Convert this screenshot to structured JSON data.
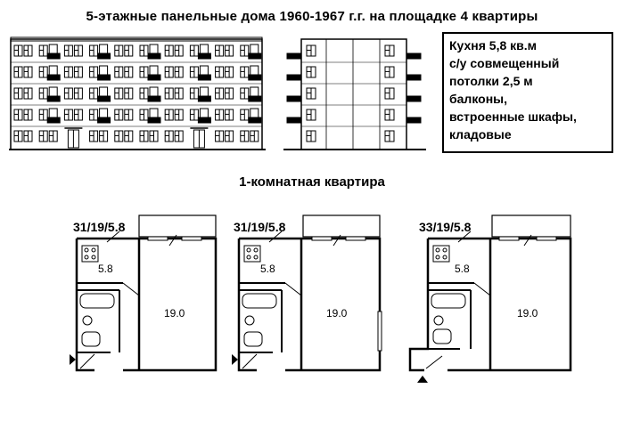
{
  "header": {
    "title": "5-этажные панельные дома  1960-1967 г.г.    на площадке 4 квартиры",
    "subtitle": "1-комнатная квартира"
  },
  "info": {
    "lines": [
      "Кухня  5,8 кв.м",
      "с/у  совмещенный",
      "потолки   2,5 м",
      "балконы,",
      "встроенные шкафы,",
      "кладовые"
    ]
  },
  "plans": [
    {
      "label": "31/19/5.8",
      "kitchen_area": "5.8",
      "room_area": "19.0"
    },
    {
      "label": "31/19/5.8",
      "kitchen_area": "5.8",
      "room_area": "19.0"
    },
    {
      "label": "33/19/5.8",
      "kitchen_area": "5.8",
      "room_area": "19.0"
    }
  ]
}
